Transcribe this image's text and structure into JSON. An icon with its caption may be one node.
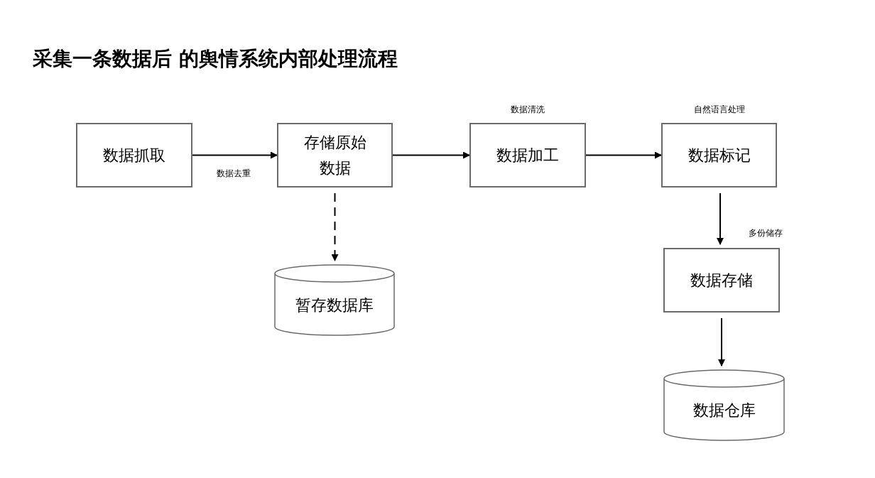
{
  "diagram": {
    "title": "采集一条数据后 的舆情系统内部处理流程",
    "nodes": [
      {
        "text": [
          "数据抓取"
        ]
      },
      {
        "text": [
          "存储原始数据"
        ]
      },
      {
        "text": [
          "数据加工"
        ],
        "beside": [
          "数据清洗"
        ]
      },
      {
        "text": [
          "数据标记"
        ],
        "beside": [
          "自然语言处理"
        ]
      },
      {
        "text": [
          "暂存数据库"
        ]
      },
      {
        "text": [
          "数据存储"
        ]
      },
      {
        "text": [
          "数据仓库"
        ]
      }
    ],
    "edges": [
      {
        "from": 0,
        "to": 1,
        "arrow": "to",
        "label": "数据去重"
      },
      {
        "from": 1,
        "to": 4,
        "arrow": "to",
        "style": "dashed"
      },
      {
        "from": 1,
        "to": 2,
        "arrow": "to"
      },
      {
        "from": 2,
        "to": 3,
        "arrow": "to"
      },
      {
        "from": 3,
        "to": 5,
        "arrow": "to",
        "label": "多份储存"
      },
      {
        "from": 5,
        "to": 6,
        "arrow": "to"
      }
    ]
  }
}
